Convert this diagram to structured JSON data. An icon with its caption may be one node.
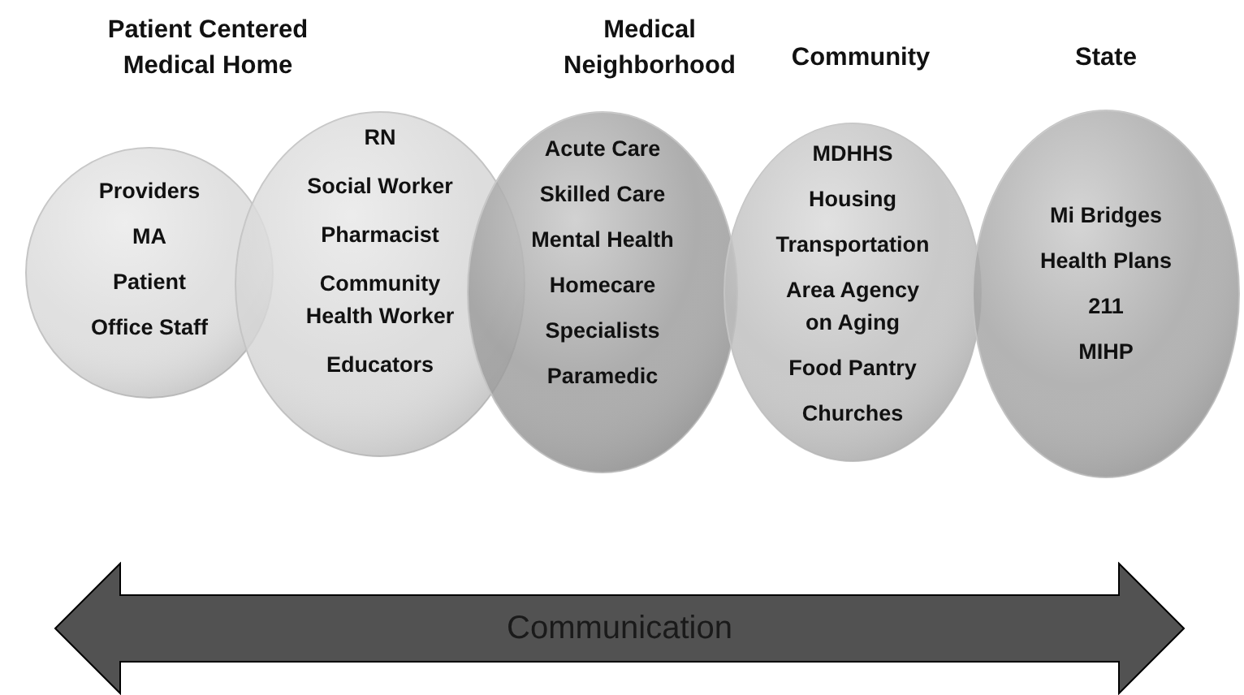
{
  "diagram": {
    "nodes": [
      {
        "text": [
          "Patient Centered Medical Home",
          "Providers",
          "MA",
          "Patient",
          "Office Staff"
        ]
      },
      {
        "text": [
          "RN",
          "Social Worker",
          "Pharmacist",
          "Community Health Worker",
          "Educators"
        ]
      },
      {
        "text": [
          "Medical Neighborhood",
          "Acute Care",
          "Skilled Care",
          "Mental Health",
          "Homecare",
          "Specialists",
          "Paramedic"
        ]
      },
      {
        "text": [
          "Community",
          "MDHHS",
          "Housing",
          "Transportation",
          "Area Agency on Aging",
          "Food Pantry",
          "Churches"
        ]
      },
      {
        "text": [
          "State",
          "Mi Bridges",
          "Health Plans",
          "211",
          "MIHP"
        ]
      },
      {
        "text": [
          "Communication"
        ]
      }
    ]
  }
}
